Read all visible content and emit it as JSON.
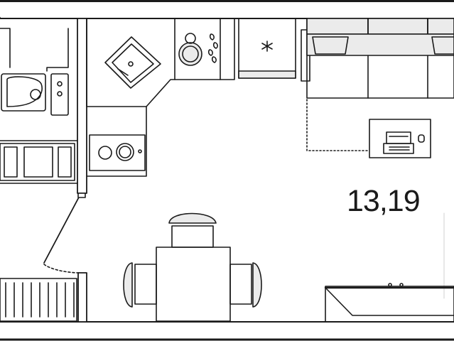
{
  "plan": {
    "area_label": "13,19",
    "colors": {
      "wall": "#111111",
      "line": "#1a1a1a",
      "fill_light": "#ebebeb",
      "background": "#ffffff"
    },
    "rooms": [
      "bathroom",
      "kitchen",
      "living-room",
      "entrance-hall"
    ],
    "furniture": [
      "toilet-icon",
      "sink-icon",
      "bathtub-icon",
      "kitchen-sink-icon",
      "stove-icon",
      "hob-icon",
      "fridge-icon",
      "sofa-icon",
      "pillow-icon",
      "desk-icon",
      "laptop-icon",
      "table-icon",
      "chair-icon",
      "bed-icon",
      "radiator-icon",
      "door-swing-icon"
    ]
  }
}
